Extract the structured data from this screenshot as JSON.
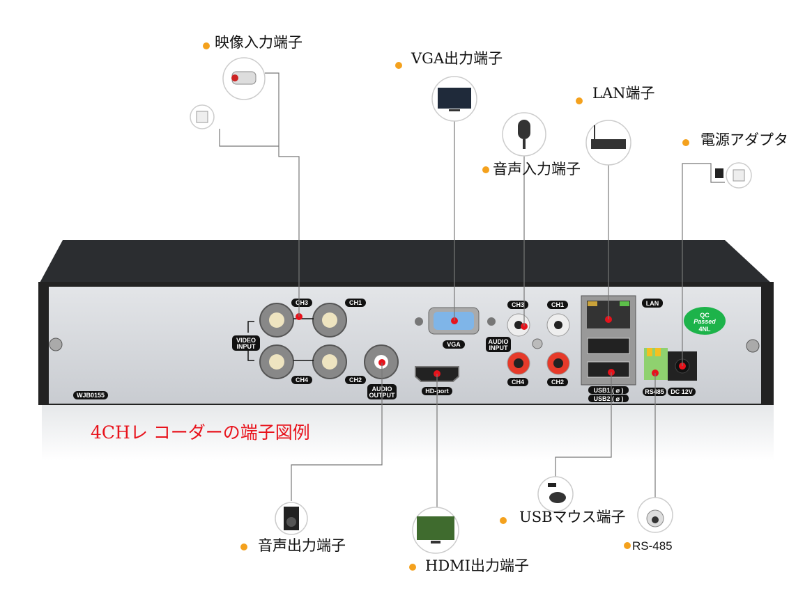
{
  "callouts": {
    "video_input": "映像入力端子",
    "vga_output": "VGA出力端子",
    "lan": "LAN端子",
    "audio_input": "音声入力端子",
    "power_adapter": "電源アダプタ",
    "audio_output": "音声出力端子",
    "hdmi_output": "HDMI出力端子",
    "usb_mouse": "USBマウス端子",
    "rs485": "RS-485"
  },
  "caption": "4CHレ コーダーの端子図例",
  "panel": {
    "model": "WJB0155",
    "ch1": "CH1",
    "ch2": "CH2",
    "ch3": "CH3",
    "ch4": "CH4",
    "video_input": [
      "VIDEO",
      "INPUT"
    ],
    "audio_input": [
      "AUDIO",
      "INPUT"
    ],
    "audio_output": [
      "AUDIO",
      "OUTPUT"
    ],
    "vga": "VGA",
    "hd_port": "HD-port",
    "lan": "LAN",
    "usb1": "USB1 ( ⌀ )",
    "usb2": "USB2 ( ⌀ )",
    "rs485": "RS485",
    "dc": "DC 12V",
    "qc": [
      "QC",
      "Passed",
      "4NL"
    ]
  },
  "colors": {
    "marker": "#e8121b",
    "bullet": "#f4a11d",
    "caption": "#e8121b",
    "qc_badge": "#1db34a"
  }
}
